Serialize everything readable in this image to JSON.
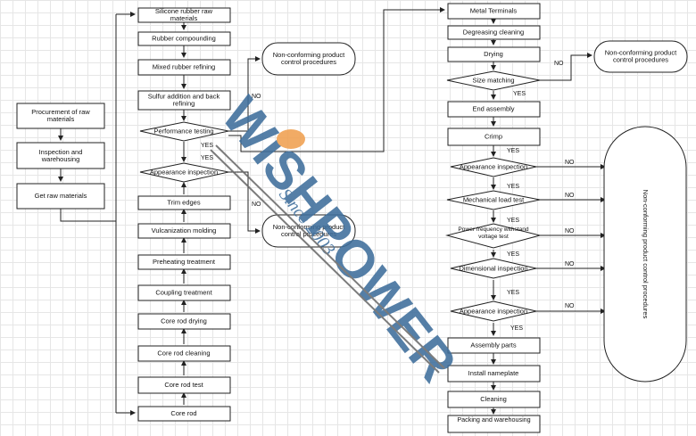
{
  "col1": {
    "procurement": "Procurement of raw materials",
    "inspection": "Inspection and warehousing",
    "get": "Get raw materials"
  },
  "col2": {
    "silicone": "Silicone rubber raw materials",
    "compounding": "Rubber compounding",
    "mixed": "Mixed rubber refining",
    "sulfur": "Sulfur addition and back refining",
    "performance": "Performance testing",
    "appearance": "Appearance inspection",
    "trim": "Trim edges",
    "vulcanization": "Vulcanization molding",
    "preheating": "Preheating treatment",
    "coupling": "Coupling treatment",
    "rod_drying": "Core rod drying",
    "rod_cleaning": "Core rod cleaning",
    "rod_test": "Core rod test",
    "rod": "Core rod"
  },
  "nc": {
    "top": "Non-conforming product control procedures",
    "mid": "Non-conforming product control procedures",
    "right_top": "Non-conforming product control procedures",
    "right_big": "Non-conforming product control procedures"
  },
  "col3": {
    "metal": "Metal Terminals",
    "degreasing": "Degreasing cleaning",
    "drying": "Drying",
    "size": "Size matching",
    "end": "End assembly",
    "crimp": "Crimp",
    "appearance1": "Appearance inspection",
    "mech": "Mechanical load test",
    "power": "Power frequency withstand voltage test",
    "dim": "Dimensional inspection",
    "appearance2": "Appearance inspection",
    "assembly": "Assembly parts",
    "nameplate": "Install nameplate",
    "cleaning": "Cleaning",
    "packing": "Packing and warehousing"
  },
  "labels": {
    "yes": "YES",
    "no": "NO"
  },
  "watermark": {
    "brand": "WISHPOWER",
    "since": "Since 2003",
    "accent": "#3e6e9b",
    "ball": "#f0a050"
  }
}
